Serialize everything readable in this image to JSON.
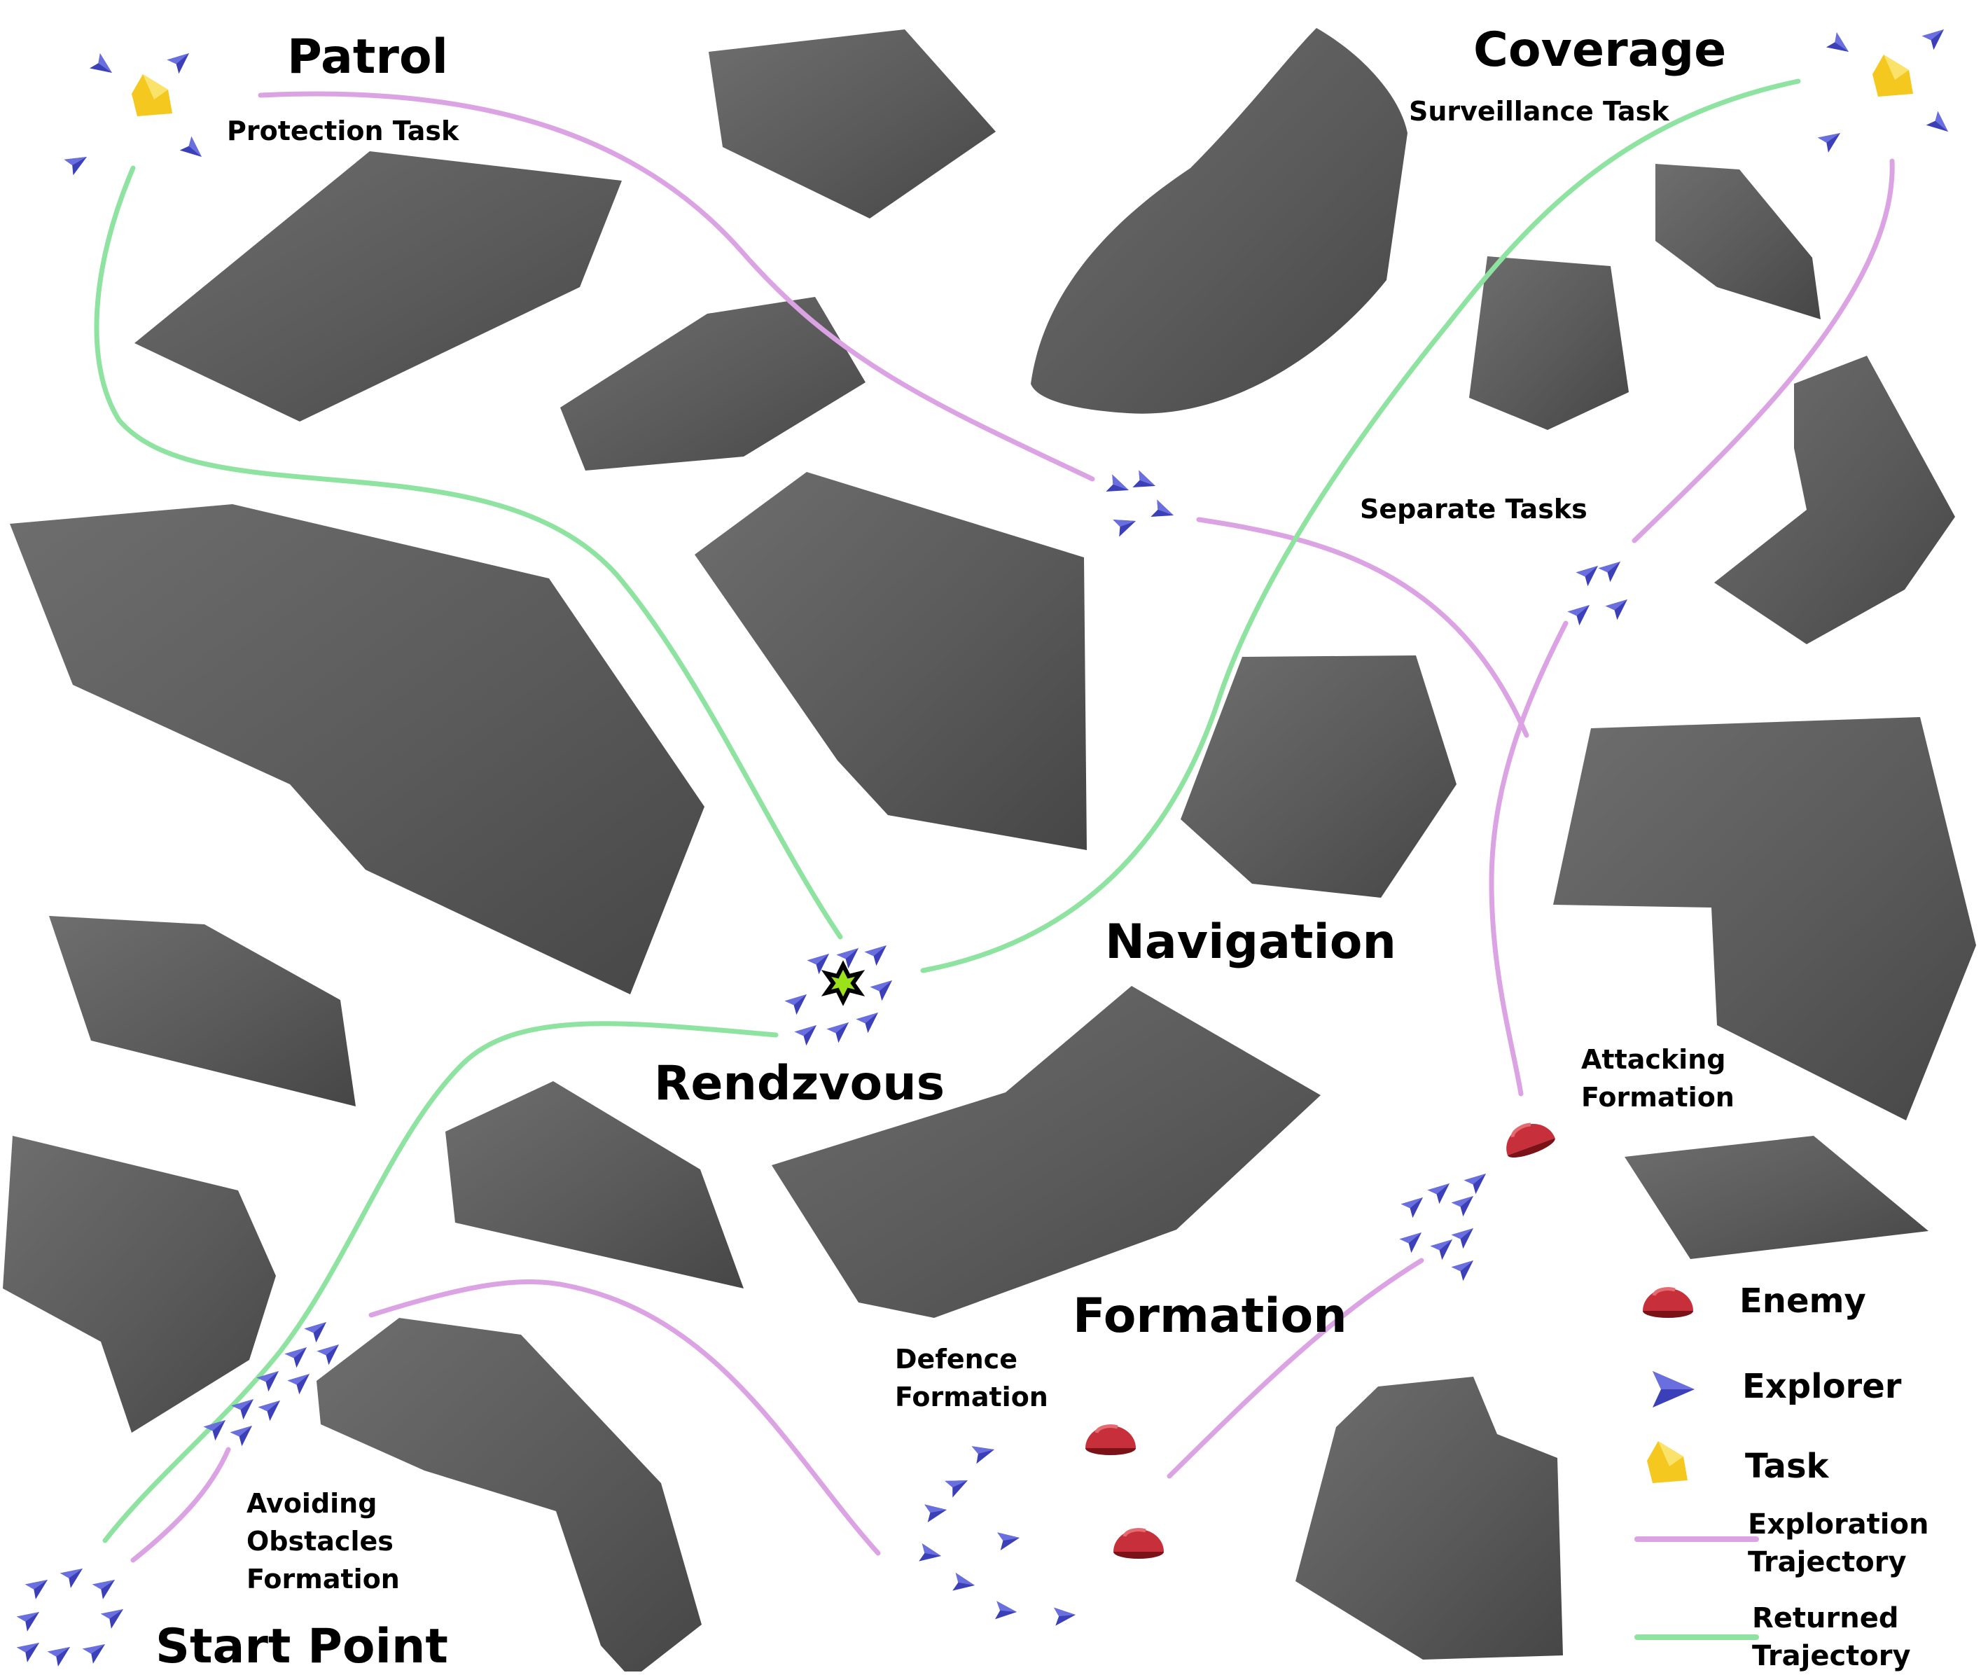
{
  "labels": {
    "patrol": "Patrol",
    "protection_task": "Protection Task",
    "coverage": "Coverage",
    "surveillance_task": "Surveillance Task",
    "separate_tasks": "Separate Tasks",
    "navigation": "Navigation",
    "rendezvous": "Rendzvous",
    "attacking_formation_1": "Attacking",
    "attacking_formation_2": "Formation",
    "formation": "Formation",
    "defence_formation_1": "Defence",
    "defence_formation_2": "Formation",
    "avoiding_1": "Avoiding",
    "avoiding_2": "Obstacles",
    "avoiding_3": "Formation",
    "start_point": "Start Point"
  },
  "legend": {
    "enemy": "Enemy",
    "explorer": "Explorer",
    "task": "Task",
    "exploration_1": "Exploration",
    "exploration_2": "Trajectory",
    "returned_1": "Returned",
    "returned_2": "Trajectory"
  },
  "colors": {
    "obstacle": "#5b5b5b",
    "explorer": "#3b3fb8",
    "enemy": "#b0232b",
    "task": "#f4c81f",
    "exploration_trajectory": "#dba3e3",
    "returned_trajectory": "#8fe3a1",
    "rendezvous_star": "#9be21a"
  }
}
